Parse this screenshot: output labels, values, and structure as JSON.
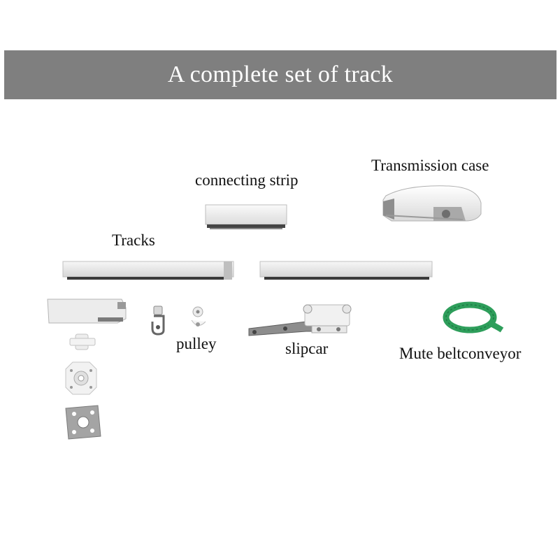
{
  "banner": {
    "title": "A complete set of track",
    "background": "#7f7f7f"
  },
  "labels": {
    "connecting_strip": "connecting strip",
    "transmission_case": "Transmission case",
    "tracks": "Tracks",
    "pulley": "pulley",
    "slipcar": "slipcar",
    "belt": "Mute beltconveyor"
  },
  "colors": {
    "belt": "#2e9e5b",
    "metal": "#9a9a9a",
    "white_part": "#f2f2f2"
  }
}
